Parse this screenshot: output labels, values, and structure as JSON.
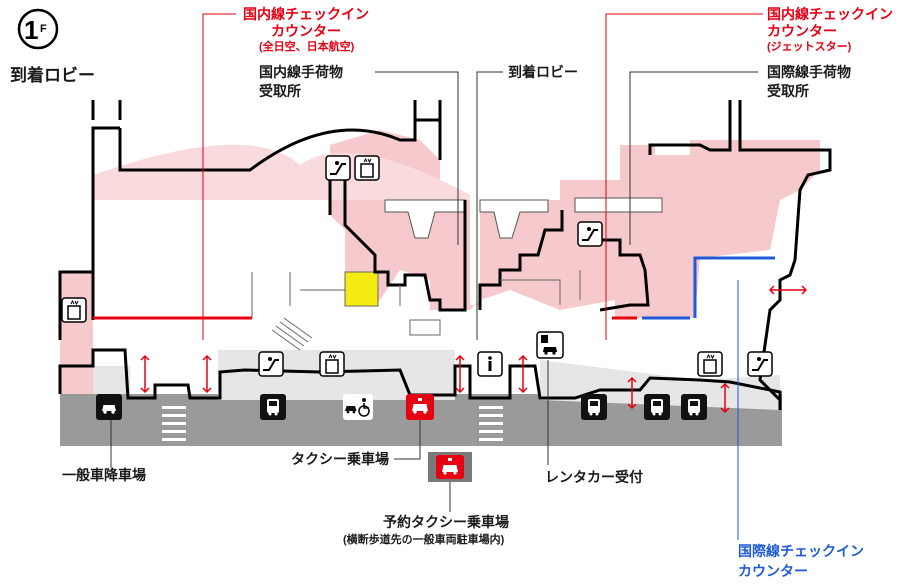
{
  "floor": {
    "number": "1",
    "suffix": "F",
    "area_name": "到着ロビー"
  },
  "labels": {
    "domestic_checkin_ana_jal": {
      "line1": "国内線チェックイン",
      "line2": "カウンター",
      "note": "(全日空、日本航空)"
    },
    "domestic_checkin_jetstar": {
      "line1": "国内線チェックイン",
      "line2": "カウンター",
      "note": "(ジェットスター)"
    },
    "domestic_baggage_claim": {
      "line1": "国内線手荷物",
      "line2": "受取所"
    },
    "arrival_lobby": "到着ロビー",
    "intl_baggage_claim": {
      "line1": "国際線手荷物",
      "line2": "受取所"
    },
    "general_dropoff": "一般車降車場",
    "taxi_stand": "タクシー乗車場",
    "rental_car": "レンタカー受付",
    "reserved_taxi": {
      "line1": "予約タクシー乗車場",
      "note": "(横断歩道先の一般車両駐車場内)"
    },
    "intl_checkin": {
      "line1": "国際線チェックイン",
      "line2": "カウンター"
    }
  },
  "icons": [
    "escalator-icon",
    "elevator-icon",
    "information-icon",
    "car-icon",
    "bus-icon",
    "accessible-car-icon",
    "taxi-icon",
    "rental-car-icon"
  ],
  "colors": {
    "domestic_accent": "#e60012",
    "international_accent": "#1f5bd6",
    "restricted_area": "#f6c9cc",
    "public_area": "#e6e6e6",
    "road": "#9a9a9a",
    "shop_highlight": "#f4ec10"
  }
}
